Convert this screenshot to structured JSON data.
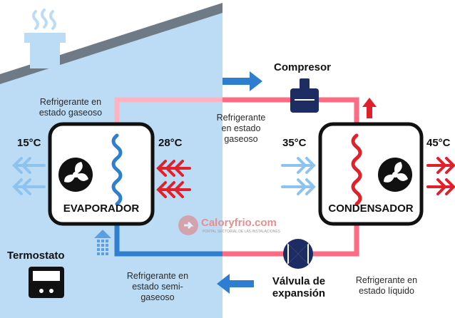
{
  "labels": {
    "compressor": "Compresor",
    "evaporator": "EVAPORADOR",
    "condenser": "CONDENSADOR",
    "thermostat": "Termostato",
    "valve_line1": "Válvula de",
    "valve_line2": "expansión",
    "gas_left_line1": "Refrigerante en",
    "gas_left_line2": "estado gaseoso",
    "gas_mid_line1": "Refrigerante",
    "gas_mid_line2": "en estado",
    "gas_mid_line3": "gaseoso",
    "liquid_line1": "Refrigerante en",
    "liquid_line2": "estado líquido",
    "semigas_line1": "Refrigerante en",
    "semigas_line2": "estado semi-",
    "semigas_line3": "gaseoso"
  },
  "temperatures": {
    "evap_out": "15°C",
    "evap_in": "28°C",
    "cond_in": "35°C",
    "cond_out": "45°C"
  },
  "watermark": {
    "brand": "Caloryfrio.com",
    "tagline": "PORTAL SECTORIAL DE LAS INSTALACIONES"
  },
  "colors": {
    "house": "#bcdcf5",
    "hot": "#ff6b83",
    "hot_light": "#ffb3c1",
    "cold": "#2f7fd0",
    "cold_arrow": "#8cc4ef",
    "heat_arrow": "#e0202b",
    "flow_arrow": "#2d7ed0",
    "dark": "#111111"
  }
}
